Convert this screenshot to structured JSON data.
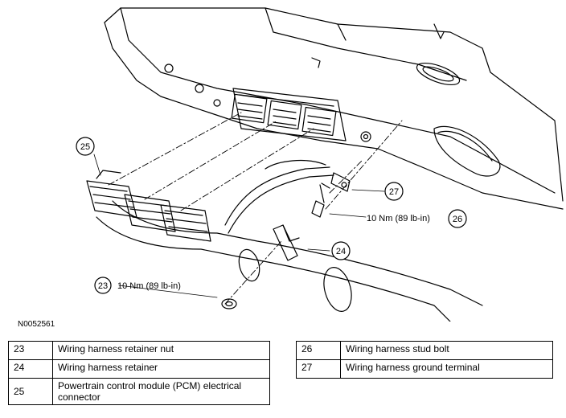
{
  "figure_id": "N0052561",
  "callouts": [
    {
      "id": "c23",
      "number": "23",
      "torque": "10 Nm (89 lb-in)"
    },
    {
      "id": "c24",
      "number": "24",
      "torque": ""
    },
    {
      "id": "c25",
      "number": "25",
      "torque": ""
    },
    {
      "id": "c26",
      "number": "26",
      "torque": "10 Nm (89 lb-in)"
    },
    {
      "id": "c27",
      "number": "27",
      "torque": ""
    }
  ],
  "legend_left": [
    {
      "number": "23",
      "description": "Wiring harness retainer nut"
    },
    {
      "number": "24",
      "description": "Wiring harness retainer"
    },
    {
      "number": "25",
      "description": "Powertrain control module (PCM) electrical connector"
    }
  ],
  "legend_right": [
    {
      "number": "26",
      "description": "Wiring harness stud bolt"
    },
    {
      "number": "27",
      "description": "Wiring harness ground terminal"
    }
  ]
}
